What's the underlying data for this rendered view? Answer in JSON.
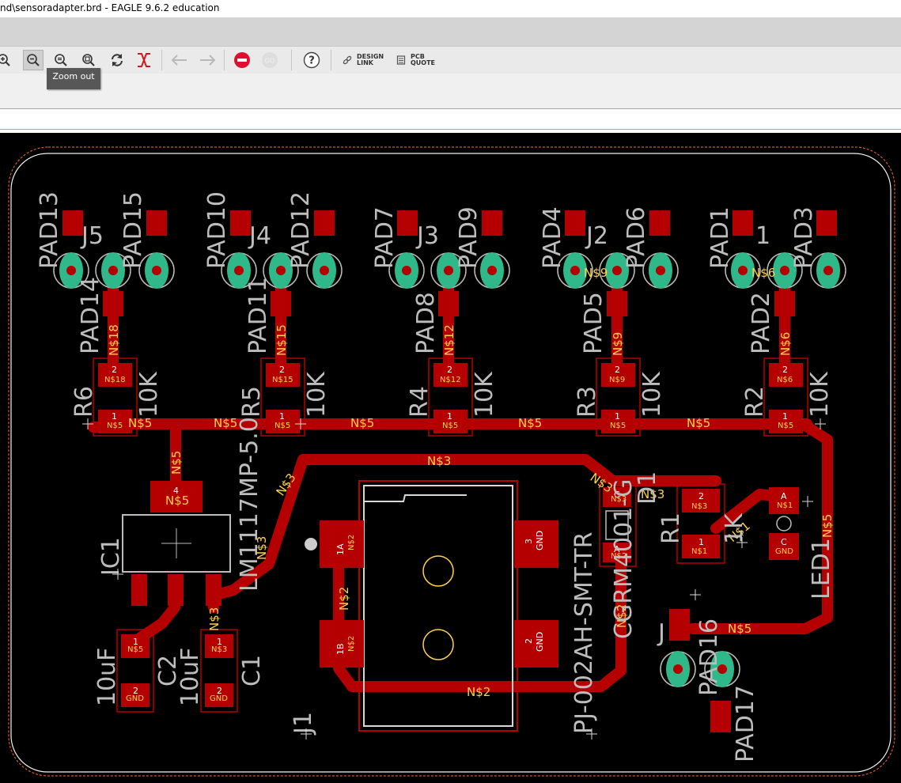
{
  "window": {
    "title": "nd\\sensoradapter.brd - EAGLE 9.6.2 education"
  },
  "toolbar": {
    "buttons": [
      {
        "name": "zoom-in",
        "icon": "zoom-in-icon"
      },
      {
        "name": "zoom-out",
        "icon": "zoom-out-icon",
        "active": true
      },
      {
        "name": "zoom-fit",
        "icon": "zoom-fit-icon"
      },
      {
        "name": "zoom-select",
        "icon": "zoom-select-icon"
      },
      {
        "name": "redraw",
        "icon": "refresh-icon"
      },
      {
        "name": "ratsnest",
        "icon": "ratsnest-icon"
      },
      {
        "name": "undo",
        "icon": "undo-icon"
      },
      {
        "name": "redo",
        "icon": "redo-icon"
      },
      {
        "name": "stop",
        "icon": "stop-icon"
      },
      {
        "name": "go",
        "icon": "go-icon"
      },
      {
        "name": "help",
        "icon": "help-icon"
      }
    ],
    "design_link_line1": "DESIGN",
    "design_link_line2": "LINK",
    "pcb_quote_line1": "PCB",
    "pcb_quote_line2": "QUOTE"
  },
  "tooltip": {
    "text": "Zoom out"
  },
  "colors": {
    "board_background": "#000000",
    "copper_top": "#b40000",
    "signal_label": "#ffd24a",
    "component_outline": "#bdbdbd",
    "via_pad": "#2fb88a",
    "board_dimension": "#d05a2a"
  },
  "board": {
    "signals": {
      "n5": "N$5",
      "n3": "N$3",
      "n2": "N$2",
      "n6": "N$6",
      "n9": "N$9",
      "n12": "N$12",
      "n15": "N$15",
      "n18": "N$18",
      "n1": "N$1",
      "gnd": "GND"
    },
    "pad_numbers": {
      "p1": "1",
      "p2": "2",
      "p3": "3",
      "p4": "4"
    },
    "jack_pins": {
      "a1": "1A",
      "b1": "1B",
      "p2": "2",
      "p3": "3"
    },
    "led_pins": {
      "a": "A",
      "c": "C"
    },
    "components": {
      "pad13": "PAD13",
      "pad15": "PAD15",
      "pad10": "PAD10",
      "pad12": "PAD12",
      "pad7": "PAD7",
      "pad9": "PAD9",
      "pad4": "PAD4",
      "pad6": "PAD6",
      "pad1": "PAD1",
      "pad3": "PAD3",
      "pad14": "PAD14",
      "pad11": "PAD11",
      "pad8": "PAD8",
      "pad5": "PAD5",
      "pad2": "PAD2",
      "pad16": "PAD16",
      "pad17": "PAD17",
      "j5": "J5",
      "j4": "J4",
      "j3": "J3",
      "j2": "J2",
      "j1s": "1",
      "r6": "R6",
      "r5": "R5",
      "r4": "R4",
      "r3": "R3",
      "r2": "R2",
      "r1": "R1",
      "val_10k": "10K",
      "val_1k": "1K",
      "ic1": "IC1",
      "lm1117": "LM1117MP-5.0",
      "c2": "C2",
      "c1": "C1",
      "val_10uf": "10uF",
      "j1": "J1",
      "jack": "PJ-002AH-SMT-TR",
      "d1": "D1",
      "diode": "CGRM4001-G",
      "led1": "LED1",
      "jp": "J"
    }
  }
}
